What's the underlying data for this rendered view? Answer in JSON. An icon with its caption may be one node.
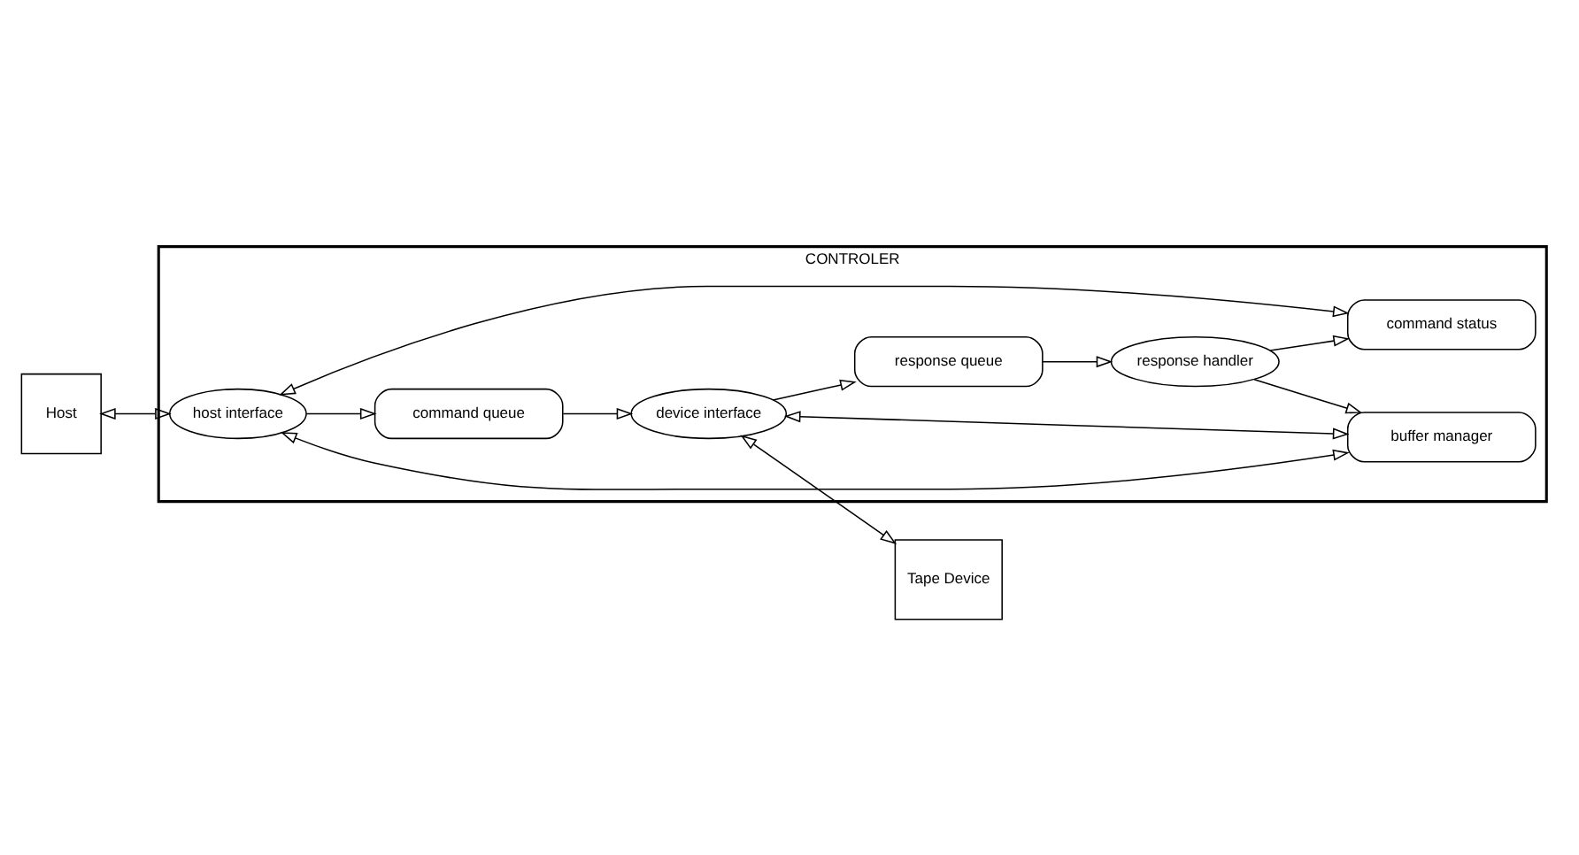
{
  "diagram": {
    "nodes": [
      {
        "text": [
          "CONTROLER"
        ]
      },
      {
        "text": [
          "Host"
        ]
      },
      {
        "text": [
          "host interface"
        ],
        "in": 0
      },
      {
        "text": [
          "command queue"
        ],
        "in": 0
      },
      {
        "text": [
          "command status"
        ],
        "in": 0
      },
      {
        "text": [
          "buffer manager"
        ],
        "in": 0
      },
      {
        "text": [
          "device interface"
        ],
        "in": 0
      },
      {
        "text": [
          "Tape Device"
        ]
      },
      {
        "text": [
          "response handler"
        ],
        "in": 0
      },
      {
        "text": [
          "response queue"
        ],
        "in": 0
      }
    ],
    "edges": [
      {
        "from": 1,
        "to": 2,
        "arrow": "both"
      },
      {
        "from": 2,
        "to": 3,
        "arrow": "to"
      },
      {
        "from": 3,
        "to": 6,
        "arrow": "to"
      },
      {
        "from": 2,
        "to": 5,
        "arrow": "both"
      },
      {
        "from": 2,
        "to": 4,
        "arrow": "both"
      },
      {
        "from": 5,
        "to": 6,
        "arrow": "both"
      },
      {
        "from": 6,
        "to": 7,
        "arrow": "both"
      },
      {
        "from": 6,
        "to": 9,
        "arrow": "to"
      },
      {
        "from": 9,
        "to": 8,
        "arrow": "to"
      },
      {
        "from": 8,
        "to": 4,
        "arrow": "to"
      },
      {
        "from": 8,
        "to": 5,
        "arrow": "to"
      }
    ]
  }
}
